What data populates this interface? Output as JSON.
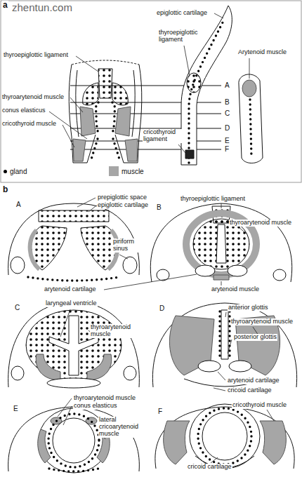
{
  "diagram": {
    "labels": [
      "zhentun.com",
      "a",
      "thyroepiglottic ligament",
      "epiglottic cartilage",
      "thyroepiglottic ligament",
      "Arytenoid muscle",
      "A",
      "B",
      "C",
      "D",
      "E",
      "F",
      "thyroarytenoid muscle",
      "conus elasticus",
      "cricothyroid muscle",
      "cricothyroid ligament",
      "b",
      "prepiglottic space",
      "epiglottic cartilage",
      "A",
      "piriform sinus",
      "thyroepiglottic ligament",
      "B",
      "thyroarytenoid muscle",
      "arytenoid cartilage",
      "arytenoid muscle",
      "C",
      "laryngeal ventricle",
      "thyroarytenoid muscle",
      "D",
      "anterior glottis",
      "thyroarytenoid muscle",
      "posterior glottis",
      "arytenoid cartilage",
      "cricoid cartilage",
      "E",
      "thyroarytenoid muscle",
      "conus elasticus",
      "lateral cricoarytenoid muscle",
      "F",
      "cricothyroid muscle",
      "cricoid cartilage"
    ],
    "legend": [
      {
        "text": "gland"
      },
      {
        "text": "muscle",
        "color": "#a6a6a6"
      }
    ]
  }
}
